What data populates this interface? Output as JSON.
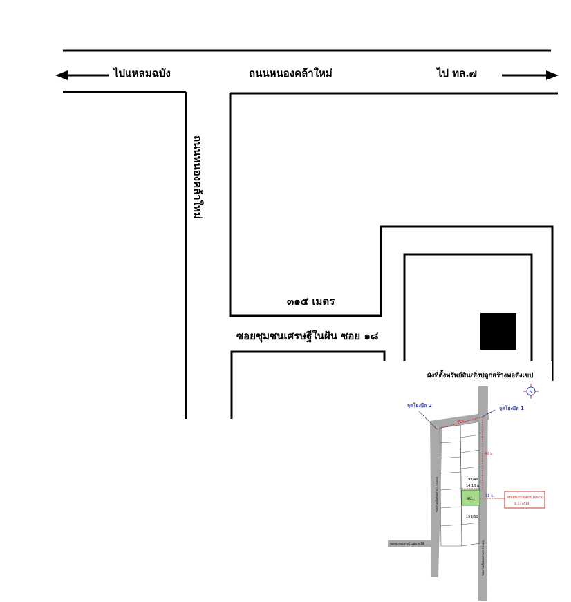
{
  "map": {
    "main_road_label": "ถนนหนองคล้าใหม่",
    "left_arrow_label": "ไปแหลมฉบัง",
    "right_arrow_label": "ไป ทล.๗",
    "vertical_road_label": "ถนนหนองคล้าใหม่",
    "distance_label": "๓๑๕ เมตร",
    "soi_label": "ซอยชุมชนเศรษฐีในฝัน ซอย ๑๘"
  },
  "inset": {
    "title": "ผังที่ตั้งทรัพย์สิน/สิ่งปลูกสร้างพอสังเขป",
    "compass_letter": "N",
    "point2_label": "จุดโยงยึด 2",
    "point1_label": "จุดโยงยึด 1",
    "dim_top": "28 ม.",
    "dim_right": "40 ม.",
    "dim_width": "14.18 ม.",
    "dim_offset": "11 ม.",
    "plot_above": "199/49",
    "plot_below": "199/51",
    "subject_label": "สป.",
    "callout_line1": "ทรัพย์สินบ้านเลขที่ 199/50",
    "callout_line2": "ฉ.137414",
    "left_road_label": "ซอยสามเพ็งทองสาย(ถ.73144)",
    "right_road_label": "ซอยสามเพ็งทองสาย(ถ.73144)",
    "bottom_road_label": "ซอยชุมชนเศรษฐีในฝัน ซ.18"
  },
  "colors": {
    "line": "#000000",
    "road_gray": "#a9a9a9",
    "dim_red": "#d21f1f",
    "callout_red": "#c0392b",
    "anchor_blue": "#2b3a9e",
    "subject_fill": "#a8d98a",
    "subject_border": "#3c8c3c"
  }
}
